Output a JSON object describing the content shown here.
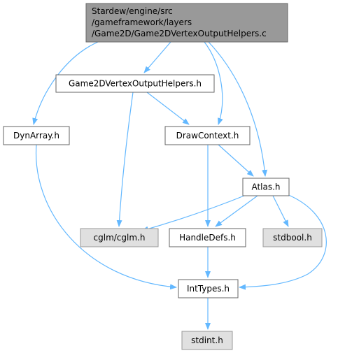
{
  "colors": {
    "edge": "#63b8ff",
    "node_fill": "#ffffff",
    "node_border": "#666666",
    "root_fill": "#999999",
    "root_border": "#666666",
    "system_fill": "#e0e0e0",
    "system_border": "#999999"
  },
  "nodes": {
    "root": {
      "label_lines": [
        "Stardew/engine/src",
        "/gameframework/layers",
        "/Game2D/Game2DVertexOutputHelpers.c"
      ],
      "kind": "root"
    },
    "vertex_helpers_h": {
      "label": "Game2DVertexOutputHelpers.h",
      "kind": "header"
    },
    "dynarray_h": {
      "label": "DynArray.h",
      "kind": "header"
    },
    "drawcontext_h": {
      "label": "DrawContext.h",
      "kind": "header"
    },
    "atlas_h": {
      "label": "Atlas.h",
      "kind": "header"
    },
    "cglm_h": {
      "label": "cglm/cglm.h",
      "kind": "system"
    },
    "handledefs_h": {
      "label": "HandleDefs.h",
      "kind": "header"
    },
    "stdbool_h": {
      "label": "stdbool.h",
      "kind": "system"
    },
    "inttypes_h": {
      "label": "IntTypes.h",
      "kind": "header"
    },
    "stdint_h": {
      "label": "stdint.h",
      "kind": "system"
    }
  },
  "edges": [
    [
      "root",
      "vertex_helpers_h"
    ],
    [
      "root",
      "dynarray_h"
    ],
    [
      "root",
      "drawcontext_h"
    ],
    [
      "root",
      "atlas_h"
    ],
    [
      "vertex_helpers_h",
      "drawcontext_h"
    ],
    [
      "vertex_helpers_h",
      "cglm_h"
    ],
    [
      "dynarray_h",
      "inttypes_h"
    ],
    [
      "drawcontext_h",
      "atlas_h"
    ],
    [
      "drawcontext_h",
      "handledefs_h"
    ],
    [
      "atlas_h",
      "cglm_h"
    ],
    [
      "atlas_h",
      "handledefs_h"
    ],
    [
      "atlas_h",
      "stdbool_h"
    ],
    [
      "atlas_h",
      "inttypes_h"
    ],
    [
      "handledefs_h",
      "inttypes_h"
    ],
    [
      "inttypes_h",
      "stdint_h"
    ]
  ]
}
